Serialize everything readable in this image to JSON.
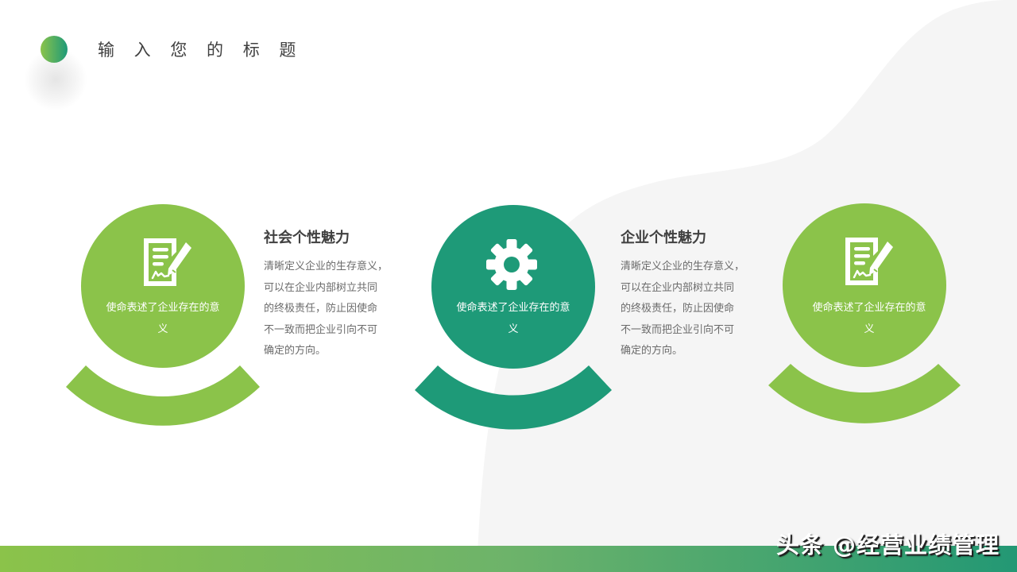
{
  "header": {
    "title": "输 入 您 的 标 题",
    "logo_gradient": [
      "#8bc34a",
      "#1e9a78"
    ]
  },
  "colors": {
    "green": "#8bc34a",
    "teal": "#1e9a78",
    "heading_text": "#404040",
    "body_text": "#6b6b6b",
    "blob": "#f5f5f5"
  },
  "items": [
    {
      "icon": "document-edit-icon",
      "color": "#8bc34a",
      "circle_text_line1": "使命表述了企业存在的意",
      "circle_text_line2": "义"
    },
    {
      "icon": "gear-icon",
      "color": "#1e9a78",
      "circle_text_line1": "使命表述了企业存在的意",
      "circle_text_line2": "义"
    },
    {
      "icon": "document-edit-icon",
      "color": "#8bc34a",
      "circle_text_line1": "使命表述了企业存在的意",
      "circle_text_line2": "义"
    }
  ],
  "descriptions": [
    {
      "title": "社会个性魅力",
      "lines": [
        "清晰定义企业的生存意义，",
        "可以在企业内部树立共同",
        "的终极责任，防止因使命",
        "不一致而把企业引向不可",
        "确定的方向。"
      ]
    },
    {
      "title": "企业个性魅力",
      "lines": [
        "清晰定义企业的生存意义，",
        "可以在企业内部树立共同",
        "的终极责任，防止因使命",
        "不一致而把企业引向不可",
        "确定的方向。"
      ]
    }
  ],
  "footer": {
    "watermark": "头条 @经营业绩管理",
    "bar_gradient": [
      "#8bc34a",
      "#239874"
    ]
  }
}
